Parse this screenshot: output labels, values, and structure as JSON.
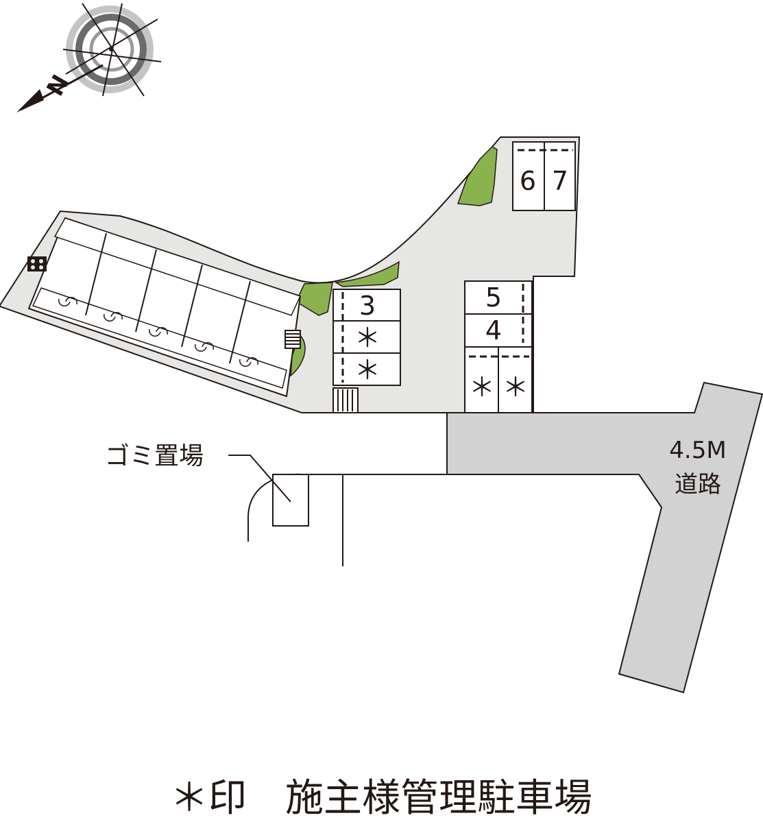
{
  "compass": {
    "label": "N",
    "icon": "north-arrow-compass"
  },
  "parking_spots": {
    "spot_6": "6",
    "spot_7": "7",
    "spot_5": "5",
    "spot_4": "4",
    "spot_3": "3",
    "mark": "＊"
  },
  "labels": {
    "garbage": "ゴミ置場",
    "road_width": "4.5M",
    "road": "道路"
  },
  "legend": "＊印　施主様管理駐車場",
  "colors": {
    "site": "#e6e6e5",
    "road": "#d2d2d2",
    "greenery": "#8ab34f",
    "line": "#231815",
    "white": "#ffffff"
  }
}
